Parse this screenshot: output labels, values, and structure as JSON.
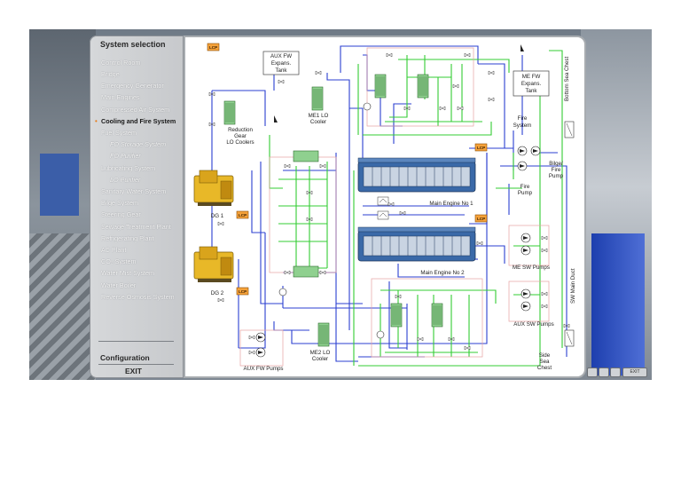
{
  "menu": {
    "title": "System selection",
    "items": [
      {
        "label": "Control Room",
        "sub": false
      },
      {
        "label": "Bridge",
        "sub": false
      },
      {
        "label": "Emergency Generator",
        "sub": false
      },
      {
        "label": "Main Engines",
        "sub": false
      },
      {
        "label": "Compressed Air System",
        "sub": false
      },
      {
        "label": "Cooling and Fire System",
        "sub": false,
        "active": true
      },
      {
        "label": "Fuel System",
        "sub": false
      },
      {
        "label": "FO Storage System",
        "sub": true
      },
      {
        "label": "FO Purifier",
        "sub": true
      },
      {
        "label": "Lubricating System",
        "sub": false
      },
      {
        "label": "LO Purifier",
        "sub": true
      },
      {
        "label": "Sanitary Water System",
        "sub": false
      },
      {
        "label": "Bilge System",
        "sub": false
      },
      {
        "label": "Steering Gear",
        "sub": false
      },
      {
        "label": "Sewage Treatment Plant",
        "sub": false
      },
      {
        "label": "Refrigerating Plant",
        "sub": false
      },
      {
        "label": "AC Plant",
        "sub": false
      },
      {
        "label": "CO₂ System",
        "sub": false
      },
      {
        "label": "Water Mist System",
        "sub": false
      },
      {
        "label": "Water Boiler",
        "sub": false
      },
      {
        "label": "Reverse Osmosis System",
        "sub": false
      }
    ],
    "configuration": "Configuration",
    "exit": "EXIT"
  },
  "diagram": {
    "lcp": "LCP",
    "aux_fw_tank": [
      "AUX FW",
      "Expans.",
      "Tank"
    ],
    "me_fw_tank": [
      "ME FW",
      "Expans.",
      "Tank"
    ],
    "reduction_gear": [
      "Reduction",
      "Gear",
      "LO Coolers"
    ],
    "me1_lo_cooler": [
      "ME1 LO",
      "Cooler"
    ],
    "me2_lo_cooler": [
      "ME2 LO",
      "Cooler"
    ],
    "main_engine_1": "Main Engine No 1",
    "main_engine_2": "Main Engine No 2",
    "dg1": "DG 1",
    "dg2": "DG 2",
    "fire_system": [
      "Fire",
      "System"
    ],
    "bilge_fire_pump": [
      "Bilge/",
      "Fire",
      "Pump"
    ],
    "fire_pump": [
      "Fire",
      "Pump"
    ],
    "me_sw_pumps": "ME SW Pumps",
    "aux_sw_pumps": "AUX SW Pumps",
    "aux_fw_pumps": "AUX FW Pumps",
    "bottom_sea_chest": "Bottom Sea Chest",
    "sw_main_duct": "SW Main Duct",
    "side_sea_chest": [
      "Side",
      "Sea",
      "Chest"
    ]
  },
  "footer": {
    "exit_small": "EXIT"
  },
  "colors": {
    "fresh_water": "#2b3fd0",
    "sea_water": "#33cc33",
    "lo_line": "#e7a0a0",
    "lcp": "#f5a23a"
  }
}
